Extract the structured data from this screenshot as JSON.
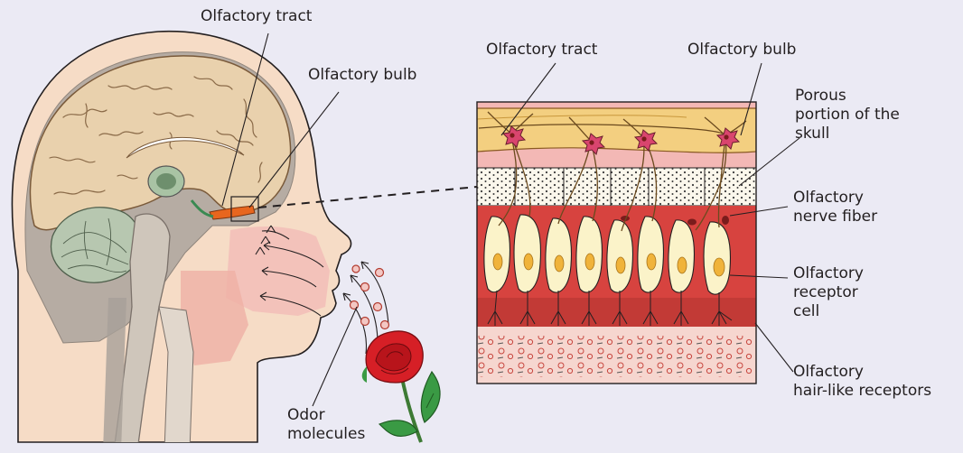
{
  "colors": {
    "background": "#ebeaf4",
    "skin": "#f6dcc6",
    "brain": "#e9d1ad",
    "skull_outline": "#c9c0b3",
    "panel_frame": "#a9323a",
    "mucosa_pink": "#f3b8b5",
    "tissue_red": "#d7433f",
    "bulb_yellow": "#f3cf80",
    "bone_cream": "#fbf7ec",
    "receptor_cell": "#fbf3c9",
    "nucleus": "#f0b33a",
    "rose_red": "#d61f26",
    "leaf_green": "#3a9a44"
  },
  "icons": [
    "head-cross-section-illustration",
    "rose-icon",
    "odor-molecule-icon",
    "neuron-icon",
    "receptor-cell-icon"
  ],
  "labels": {
    "head_tract": "Olfactory tract",
    "head_bulb": "Olfactory bulb",
    "panel_tract": "Olfactory tract",
    "panel_bulb": "Olfactory bulb",
    "porous_skull": "Porous\nportion of the\nskull",
    "nerve_fiber": "Olfactory\nnerve fiber",
    "receptor_cell": "Olfactory\nreceptor\ncell",
    "hair_receptors": "Olfactory\nhair-like receptors",
    "odor_molecules": "Odor\nmolecules"
  }
}
